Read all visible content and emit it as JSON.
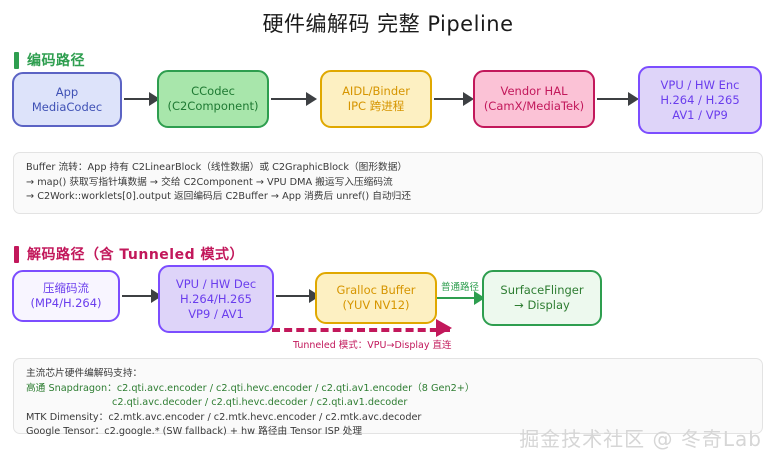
{
  "page": {
    "title": "硬件编解码 完整 Pipeline",
    "watermark": "掘金技术社区 @ 冬奇Lab"
  },
  "sections": [
    {
      "label": "编码路径",
      "accent": "#2e9e4f"
    },
    {
      "label": "解码路径（含 Tunneled 模式）",
      "accent": "#c2185b"
    }
  ],
  "encode_flow": {
    "boxes": [
      {
        "id": "app-mediacodec",
        "lines": [
          "App",
          "MediaCodec"
        ],
        "fill": "#dde3fa",
        "border": "#5b63c4",
        "text": "#3f51b5"
      },
      {
        "id": "ccodec",
        "lines": [
          "CCodec",
          "(C2Component)"
        ],
        "fill": "#a8e6ab",
        "border": "#2e9e4f",
        "text": "#1f7a33"
      },
      {
        "id": "aidl-binder",
        "lines": [
          "AIDL/Binder",
          "IPC 跨进程"
        ],
        "fill": "#fdf0c2",
        "border": "#e0a800",
        "text": "#d69500"
      },
      {
        "id": "vendor-hal",
        "lines": [
          "Vendor HAL",
          "(CamX/MediaTek)"
        ],
        "fill": "#fbc2d6",
        "border": "#c2185b",
        "text": "#c2185b"
      },
      {
        "id": "vpu-hw-enc",
        "lines": [
          "VPU / HW Enc",
          "H.264 / H.265",
          "AV1 / VP9"
        ],
        "fill": "#ded4f9",
        "border": "#7c4dff",
        "text": "#6a3ded"
      }
    ]
  },
  "encode_note": {
    "lines": [
      "Buffer 流转：App 持有 C2LinearBlock（线性数据）或 C2GraphicBlock（图形数据）",
      "→ map() 获取写指针填数据 → 交给 C2Component → VPU DMA 搬运写入压缩码流",
      "→ C2Work::worklets[0].output 返回编码后 C2Buffer → App 消费后 unref() 自动归还"
    ]
  },
  "decode_flow": {
    "boxes": [
      {
        "id": "compressed-stream",
        "lines": [
          "压缩码流",
          "(MP4/H.264)"
        ],
        "fill": "#f8f5ff",
        "border": "#7c4dff",
        "text": "#6a3ded"
      },
      {
        "id": "vpu-hw-dec",
        "lines": [
          "VPU / HW Dec",
          "H.264/H.265",
          "VP9 / AV1"
        ],
        "fill": "#ded4f9",
        "border": "#7c4dff",
        "text": "#6a3ded"
      },
      {
        "id": "gralloc-buffer",
        "lines": [
          "Gralloc Buffer",
          "(YUV NV12)"
        ],
        "fill": "#fdf0c2",
        "border": "#e0a800",
        "text": "#d69500"
      },
      {
        "id": "surfaceflinger",
        "lines": [
          "SurfaceFlinger",
          "→ Display"
        ],
        "fill": "#edf9ee",
        "border": "#2e9e4f",
        "text": "#2e7d32"
      }
    ],
    "normal_path_label": "普通路径",
    "tunneled_label": "Tunneled 模式：VPU→Display 直连"
  },
  "decode_note": {
    "title": "主流芯片硬件编解码支持：",
    "rows": [
      {
        "label": "高通 Snapdragon：",
        "value": "c2.qti.avc.encoder / c2.qti.hevc.encoder / c2.qti.av1.encoder（8 Gen2+）",
        "indent": false
      },
      {
        "label": "",
        "value": "c2.qti.avc.decoder / c2.qti.hevc.decoder / c2.qti.av1.decoder",
        "indent": true
      },
      {
        "label": "MTK Dimensity：",
        "value": "c2.mtk.avc.encoder / c2.mtk.hevc.encoder / c2.mtk.avc.decoder",
        "indent": false
      },
      {
        "label": "Google Tensor：",
        "value": "c2.google.* (SW fallback) + hw 路径由 Tensor ISP 处理",
        "indent": false
      }
    ]
  }
}
